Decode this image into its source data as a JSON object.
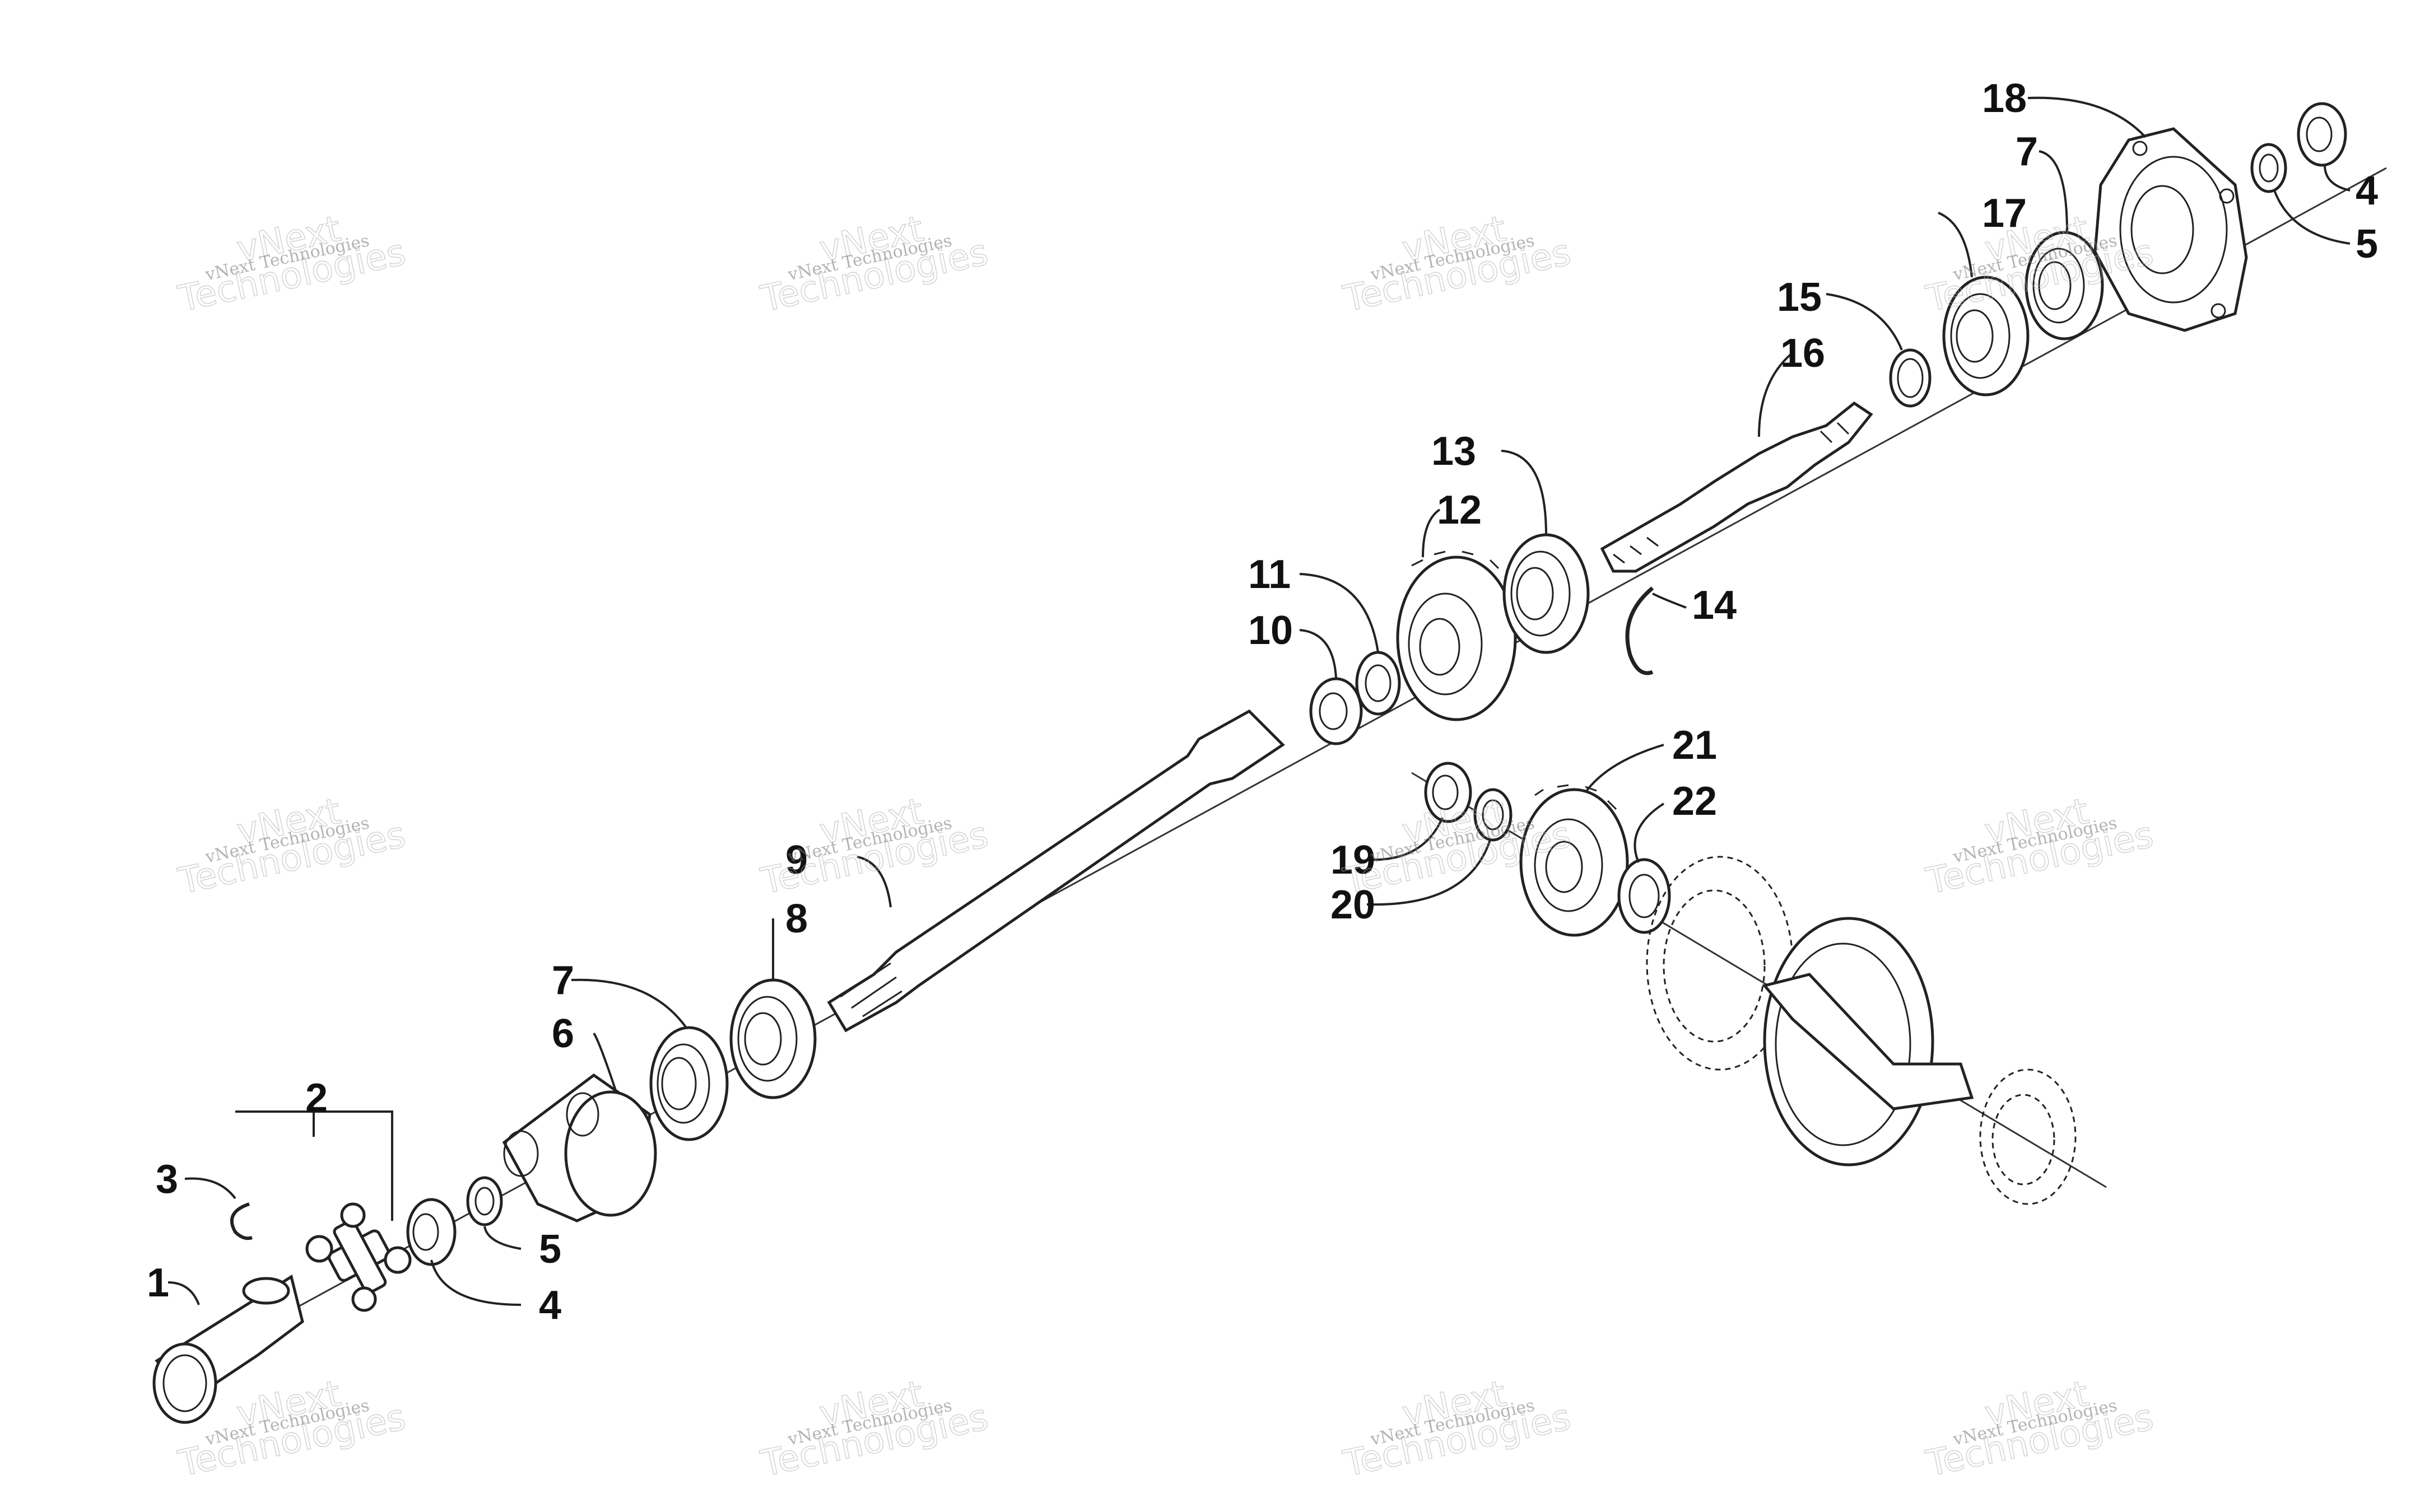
{
  "callouts": [
    {
      "id": "c1",
      "label": "1"
    },
    {
      "id": "c2",
      "label": "2"
    },
    {
      "id": "c3",
      "label": "3"
    },
    {
      "id": "c4a",
      "label": "4"
    },
    {
      "id": "c5a",
      "label": "5"
    },
    {
      "id": "c6",
      "label": "6"
    },
    {
      "id": "c7a",
      "label": "7"
    },
    {
      "id": "c8",
      "label": "8"
    },
    {
      "id": "c9",
      "label": "9"
    },
    {
      "id": "c10",
      "label": "10"
    },
    {
      "id": "c11",
      "label": "11"
    },
    {
      "id": "c12",
      "label": "12"
    },
    {
      "id": "c13",
      "label": "13"
    },
    {
      "id": "c14",
      "label": "14"
    },
    {
      "id": "c15",
      "label": "15"
    },
    {
      "id": "c16",
      "label": "16"
    },
    {
      "id": "c17",
      "label": "17"
    },
    {
      "id": "c7b",
      "label": "7"
    },
    {
      "id": "c18",
      "label": "18"
    },
    {
      "id": "c4b",
      "label": "4"
    },
    {
      "id": "c5b",
      "label": "5"
    },
    {
      "id": "c19",
      "label": "19"
    },
    {
      "id": "c20",
      "label": "20"
    },
    {
      "id": "c21",
      "label": "21"
    },
    {
      "id": "c22",
      "label": "22"
    }
  ],
  "watermark": {
    "line_small": "vNext Technologies",
    "line_large_1": "vNext",
    "line_large_2": "Technologies"
  }
}
